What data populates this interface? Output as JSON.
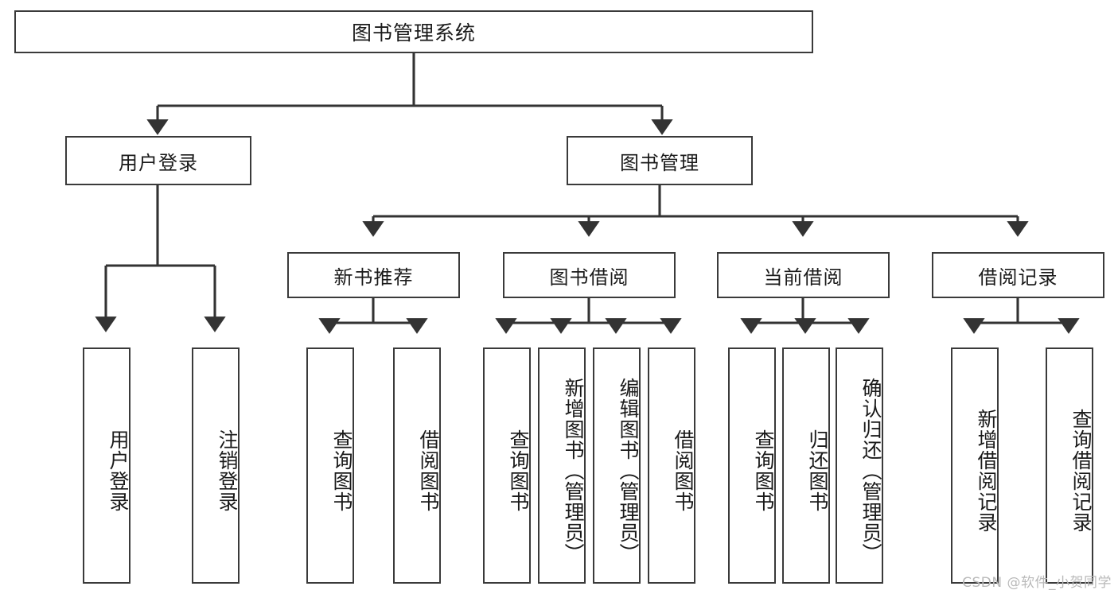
{
  "diagram": {
    "type": "tree",
    "title": "图书管理系统",
    "watermark": "CSDN @软件_小贺同学",
    "colors": {
      "box_border": "#3a3a3a",
      "box_fill": "#ffffff",
      "connector": "#333333",
      "text": "#1a1a1a",
      "watermark": "#b9b9b9"
    },
    "levels": {
      "level1": [
        {
          "id": "root",
          "label": "图书管理系统"
        }
      ],
      "level2": [
        {
          "id": "user-login",
          "label": "用户登录"
        },
        {
          "id": "book-manage",
          "label": "图书管理"
        }
      ],
      "level3": [
        {
          "id": "new-book-recommend",
          "label": "新书推荐"
        },
        {
          "id": "book-borrow",
          "label": "图书借阅"
        },
        {
          "id": "current-borrow",
          "label": "当前借阅"
        },
        {
          "id": "borrow-record",
          "label": "借阅记录"
        }
      ],
      "level4": [
        {
          "id": "leaf-user-login",
          "label": "用户登录",
          "parent": "user-login"
        },
        {
          "id": "leaf-logout",
          "label": "注销登录",
          "parent": "user-login"
        },
        {
          "id": "leaf-query-book-1",
          "label": "查询图书",
          "parent": "new-book-recommend"
        },
        {
          "id": "leaf-borrow-book-1",
          "label": "借阅图书",
          "parent": "new-book-recommend"
        },
        {
          "id": "leaf-query-book-2",
          "label": "查询图书",
          "parent": "book-borrow"
        },
        {
          "id": "leaf-add-book",
          "label": "新增图书（管理员）",
          "parent": "book-borrow"
        },
        {
          "id": "leaf-edit-book",
          "label": "编辑图书（管理员）",
          "parent": "book-borrow"
        },
        {
          "id": "leaf-borrow-book-2",
          "label": "借阅图书",
          "parent": "book-borrow"
        },
        {
          "id": "leaf-query-book-3",
          "label": "查询图书",
          "parent": "current-borrow"
        },
        {
          "id": "leaf-return-book",
          "label": "归还图书",
          "parent": "current-borrow"
        },
        {
          "id": "leaf-confirm-return",
          "label": "确认归还（管理员）",
          "parent": "current-borrow"
        },
        {
          "id": "leaf-add-record",
          "label": "新增借阅记录",
          "parent": "borrow-record"
        },
        {
          "id": "leaf-query-record",
          "label": "查询借阅记录",
          "parent": "borrow-record"
        }
      ]
    }
  }
}
